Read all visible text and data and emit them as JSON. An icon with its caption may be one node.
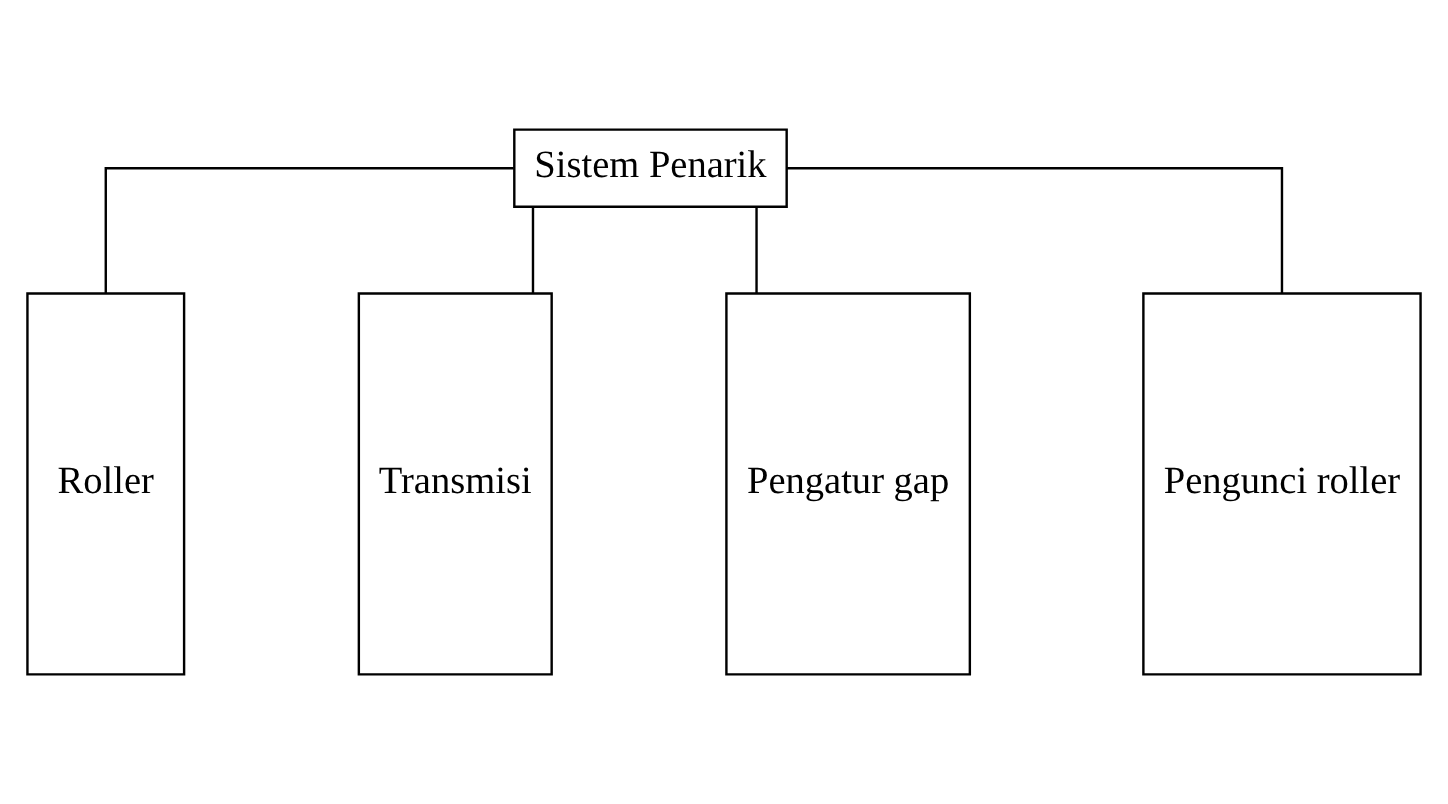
{
  "diagram": {
    "nodes": [
      {
        "text": [
          "Sistem Penarik"
        ]
      },
      {
        "text": [
          "Roller"
        ]
      },
      {
        "text": [
          "Transmisi"
        ]
      },
      {
        "text": [
          "Pengatur gap"
        ]
      },
      {
        "text": [
          "Pengunci roller"
        ]
      }
    ],
    "edges": [
      {
        "from": 0,
        "to": 1,
        "arrow": "none"
      },
      {
        "from": 0,
        "to": 2,
        "arrow": "none"
      },
      {
        "from": 0,
        "to": 3,
        "arrow": "none"
      },
      {
        "from": 0,
        "to": 4,
        "arrow": "none"
      }
    ]
  }
}
